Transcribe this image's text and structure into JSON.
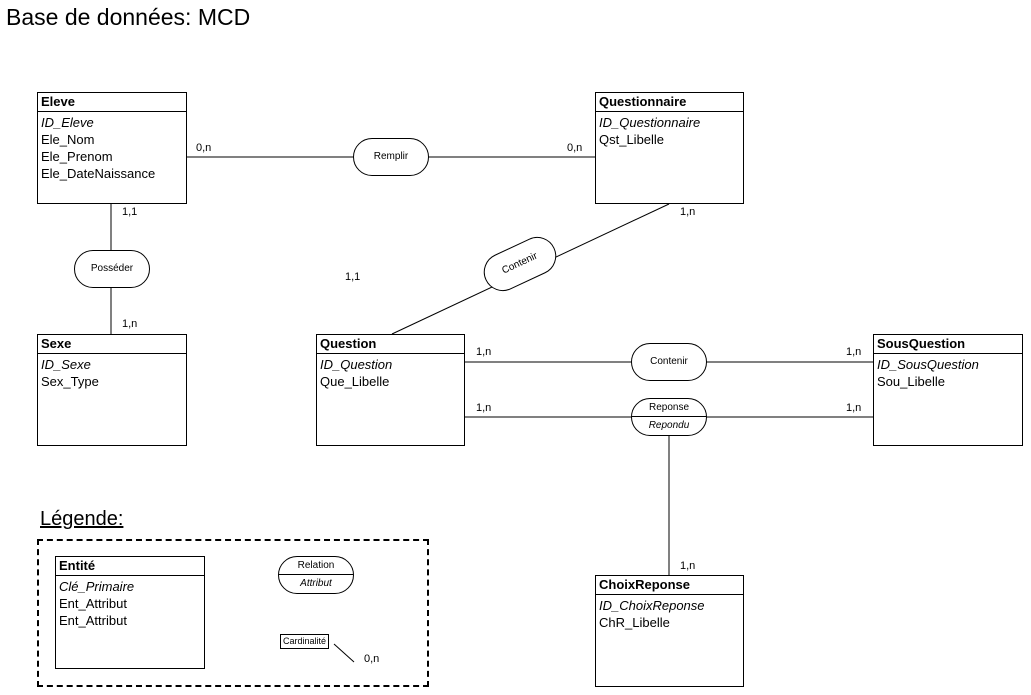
{
  "title": "Base de données: MCD",
  "entities": {
    "eleve": {
      "name": "Eleve",
      "key": "ID_Eleve",
      "attributes": [
        "Ele_Nom",
        "Ele_Prenom",
        "Ele_DateNaissance"
      ]
    },
    "questionnaire": {
      "name": "Questionnaire",
      "key": "ID_Questionnaire",
      "attributes": [
        "Qst_Libelle"
      ]
    },
    "sexe": {
      "name": "Sexe",
      "key": "ID_Sexe",
      "attributes": [
        "Sex_Type"
      ]
    },
    "question": {
      "name": "Question",
      "key": "ID_Question",
      "attributes": [
        "Que_Libelle"
      ]
    },
    "sousquestion": {
      "name": "SousQuestion",
      "key": "ID_SousQuestion",
      "attributes": [
        "Sou_Libelle"
      ]
    },
    "choixreponse": {
      "name": "ChoixReponse",
      "key": "ID_ChoixReponse",
      "attributes": [
        "ChR_Libelle"
      ]
    }
  },
  "relations": {
    "remplir": {
      "name": "Remplir"
    },
    "posseder": {
      "name": "Posséder"
    },
    "contenir_questionnaire": {
      "name": "Contenir"
    },
    "contenir_sousquestion": {
      "name": "Contenir"
    },
    "reponse": {
      "name": "Reponse",
      "attribute": "Repondu"
    }
  },
  "cardinalities": {
    "eleve_remplir": "0,n",
    "questionnaire_remplir": "0,n",
    "eleve_posseder": "1,1",
    "sexe_posseder": "1,n",
    "questionnaire_contenir": "1,n",
    "question_contenir": "1,1",
    "question_contenir_sous": "1,n",
    "sousquestion_contenir": "1,n",
    "question_reponse": "1,n",
    "sousquestion_reponse": "1,n",
    "choixreponse_reponse": "1,n"
  },
  "legend": {
    "title": "Légende:",
    "entity": {
      "name": "Entité",
      "key": "Clé_Primaire",
      "attributes": [
        "Ent_Attribut",
        "Ent_Attribut"
      ]
    },
    "relation": {
      "name": "Relation",
      "attribute": "Attribut"
    },
    "cardinality_label": "Cardinalité",
    "cardinality_example": "0,n"
  }
}
